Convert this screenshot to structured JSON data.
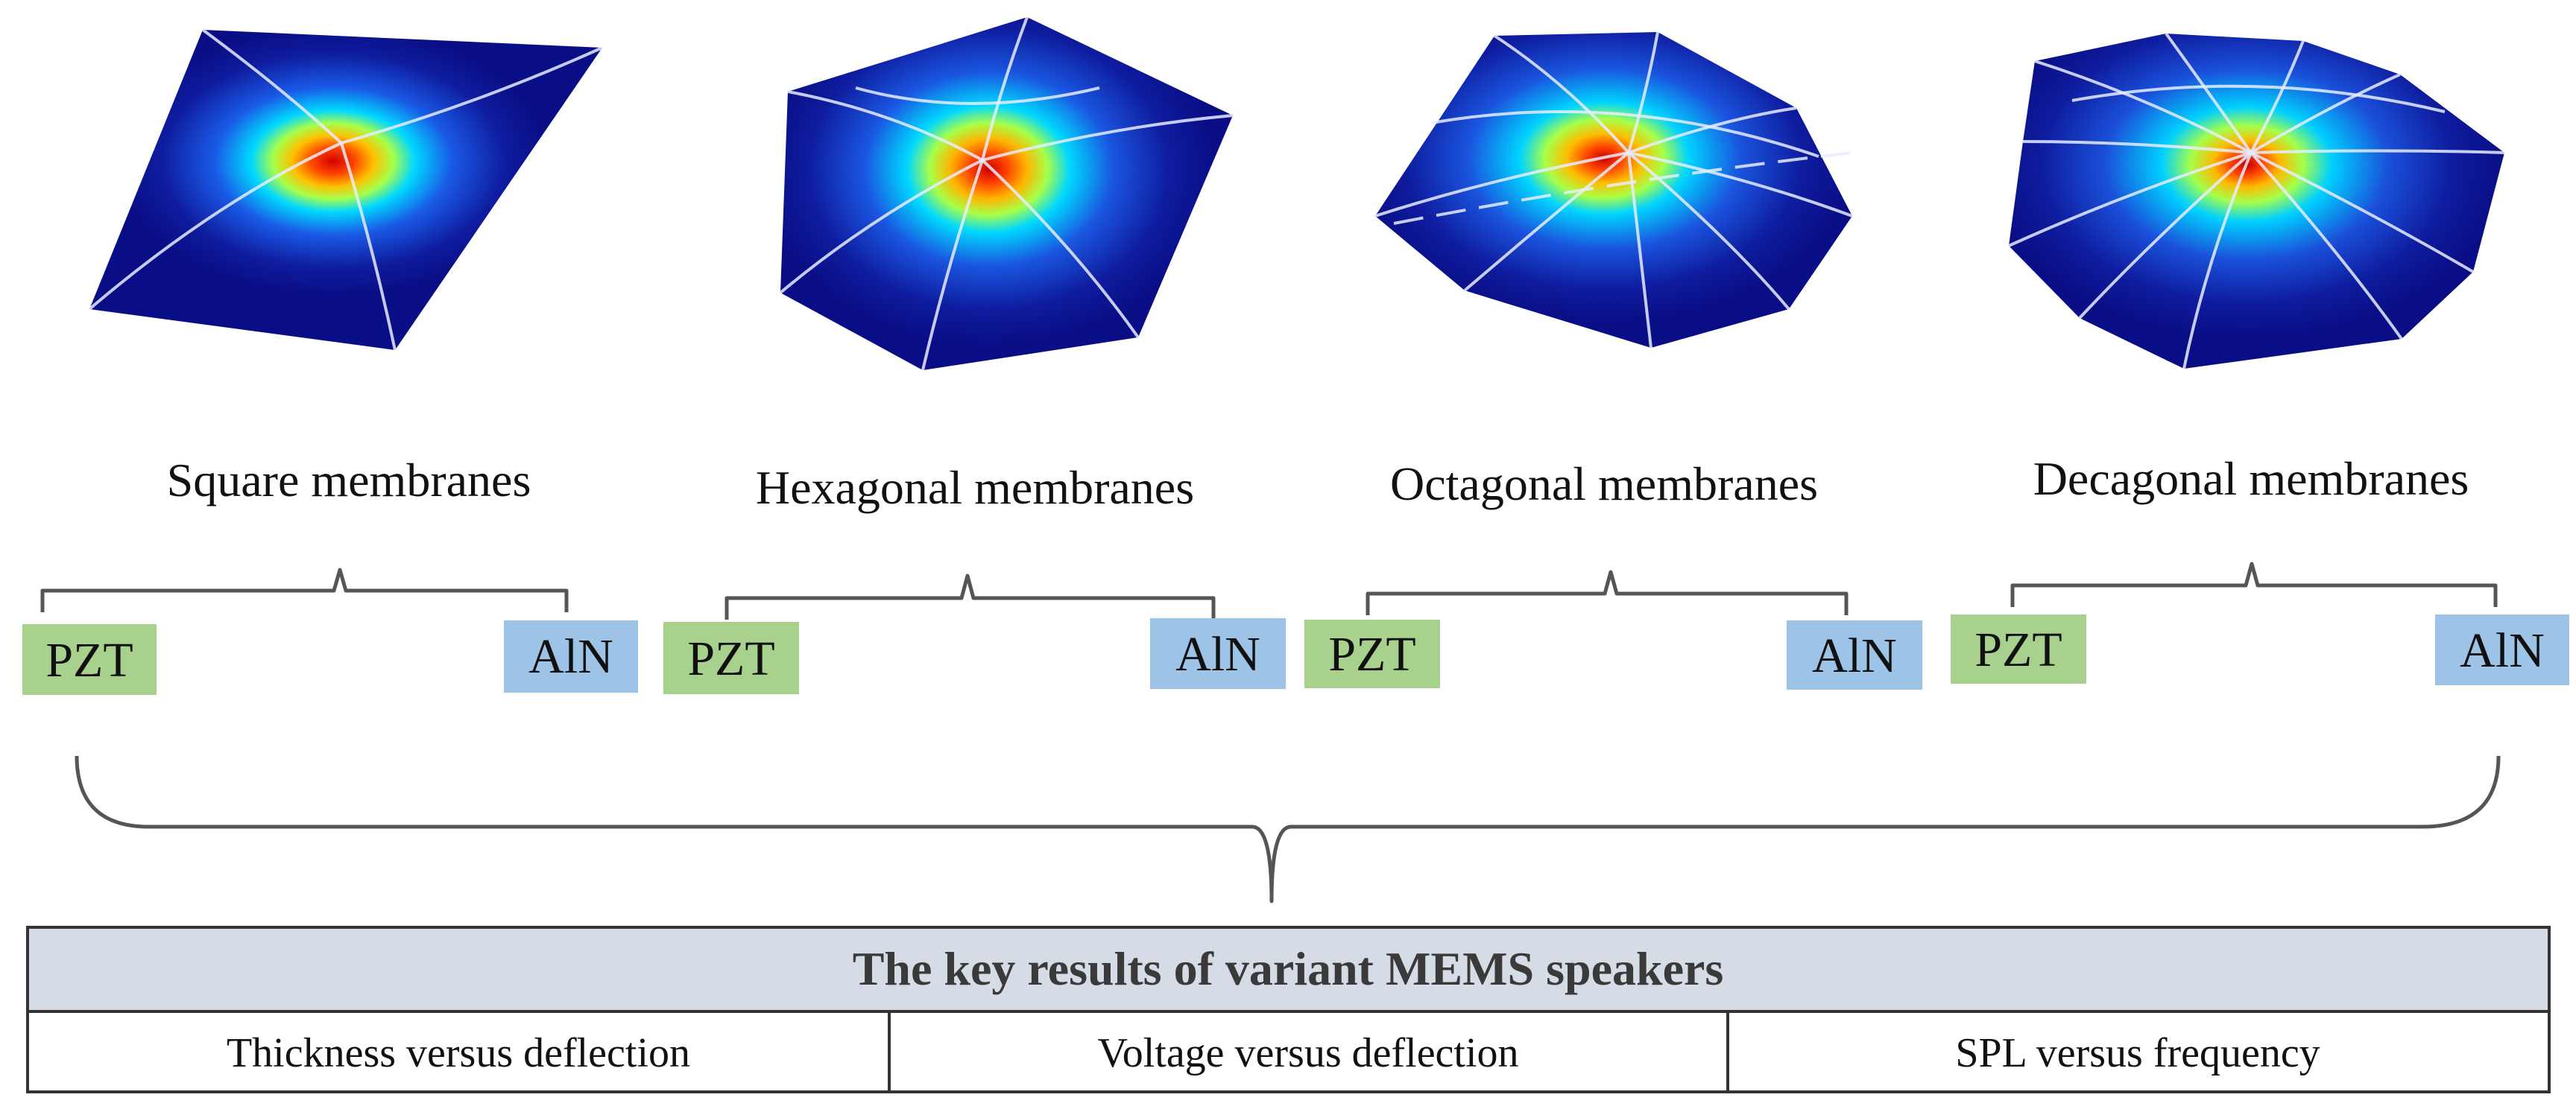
{
  "membranes": [
    {
      "label": "Square membranes",
      "left_tag": "PZT",
      "right_tag": "AlN",
      "shape": "square"
    },
    {
      "label": "Hexagonal membranes",
      "left_tag": "PZT",
      "right_tag": "AlN",
      "shape": "hexagon"
    },
    {
      "label": "Octagonal membranes",
      "left_tag": "PZT",
      "right_tag": "AlN",
      "shape": "octagon"
    },
    {
      "label": "Decagonal membranes",
      "left_tag": "PZT",
      "right_tag": "AlN",
      "shape": "decagon"
    }
  ],
  "colors": {
    "pzt_tag": "#a9d18e",
    "aln_tag": "#9dc3e6",
    "table_header": "#d6dce5",
    "membrane_base": "#0a0e86"
  },
  "results_table": {
    "title": "The key results of variant MEMS speakers",
    "cells": [
      "Thickness versus deflection",
      "Voltage versus deflection",
      "SPL versus frequency"
    ]
  }
}
